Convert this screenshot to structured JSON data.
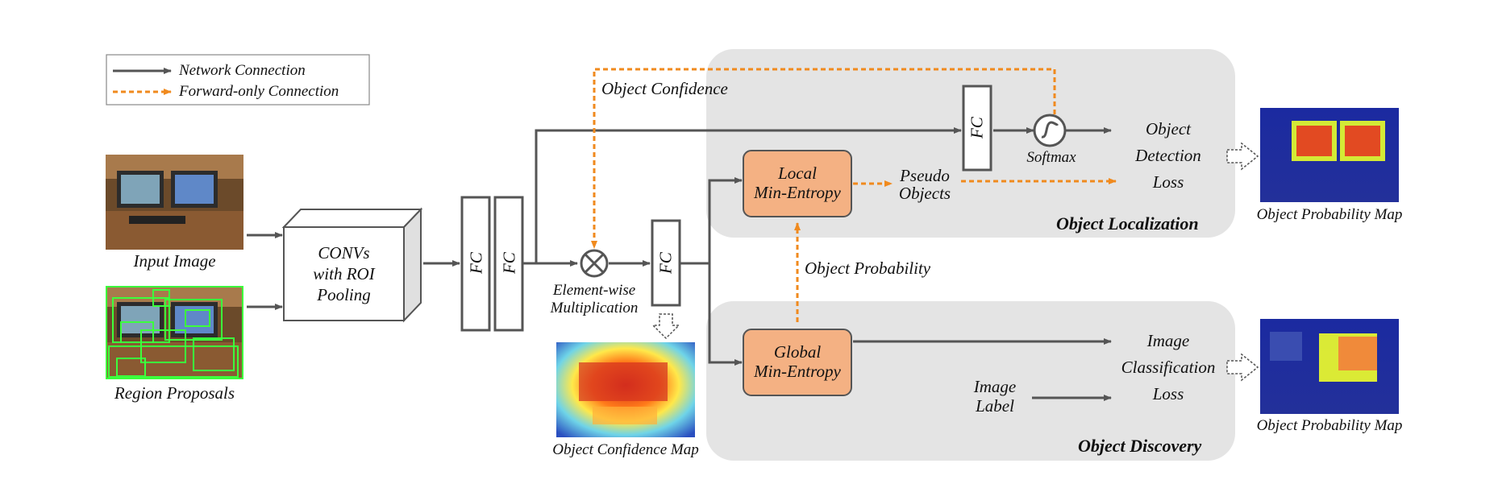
{
  "legend": {
    "network": "Network Connection",
    "forward": "Forward-only Connection"
  },
  "inputs": {
    "input_image": "Input Image",
    "region_proposals": "Region Proposals"
  },
  "convs": {
    "line1": "CONVs",
    "line2": "with ROI",
    "line3": "Pooling"
  },
  "fc_label": "FC",
  "element_wise": {
    "line1": "Element-wise",
    "line2": "Multiplication"
  },
  "object_confidence": "Object Confidence",
  "object_confidence_map": "Object Confidence Map",
  "local_min_entropy": {
    "line1": "Local",
    "line2": "Min-Entropy"
  },
  "global_min_entropy": {
    "line1": "Global",
    "line2": "Min-Entropy"
  },
  "pseudo_objects": {
    "line1": "Pseudo",
    "line2": "Objects"
  },
  "softmax": "Softmax",
  "detection_loss": {
    "line1": "Object",
    "line2": "Detection",
    "line3": "Loss"
  },
  "classification_loss": {
    "line1": "Image",
    "line2": "Classification",
    "line3": "Loss"
  },
  "image_label": {
    "line1": "Image",
    "line2": "Label"
  },
  "object_probability": "Object Probability",
  "object_localization": "Object Localization",
  "object_discovery": "Object Discovery",
  "object_probability_map_top": "Object Probability Map",
  "object_probability_map_bottom": "Object Probability Map",
  "colors": {
    "arrow": "#555555",
    "orange": "#f08a1e",
    "box_fill": "#f4b183",
    "panel_fill": "#e4e4e4"
  }
}
